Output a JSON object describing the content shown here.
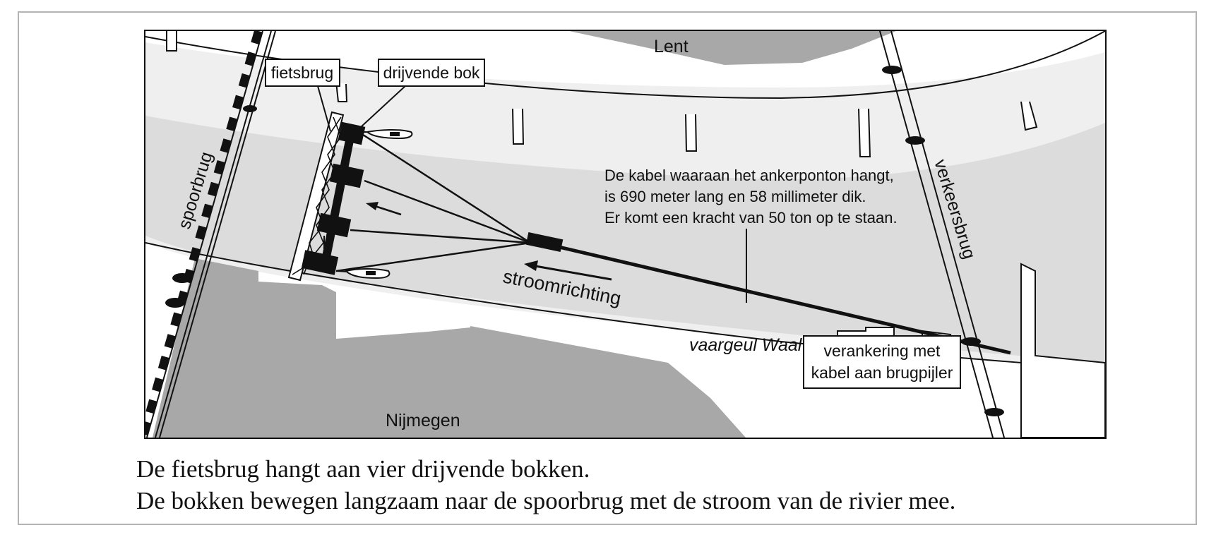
{
  "labels": {
    "lent": "Lent",
    "nijmegen": "Nijmegen",
    "fietsbrug": "fietsbrug",
    "drijvende_bok": "drijvende bok",
    "spoorbrug": "spoorbrug",
    "verkeersbrug": "verkeersbrug",
    "stroomrichting": "stroomrichting",
    "vaargeul": "vaargeul Waal",
    "kabel_line1": "De kabel waaraan het ankerponton hangt,",
    "kabel_line2": "is 690 meter lang en 58 millimeter dik.",
    "kabel_line3": "Er komt een kracht van 50 ton op te staan.",
    "verankering_line1": "verankering met",
    "verankering_line2": "kabel aan brugpijler"
  },
  "caption": {
    "line1": "De fietsbrug hangt aan vier drijvende bokken.",
    "line2": "De bokken bewegen langzaam naar de spoorbrug met de stroom van de rivier mee."
  },
  "colors": {
    "land": "#a8a8a8",
    "river": "#efefef",
    "channel": "#dedede",
    "ink": "#111111"
  }
}
